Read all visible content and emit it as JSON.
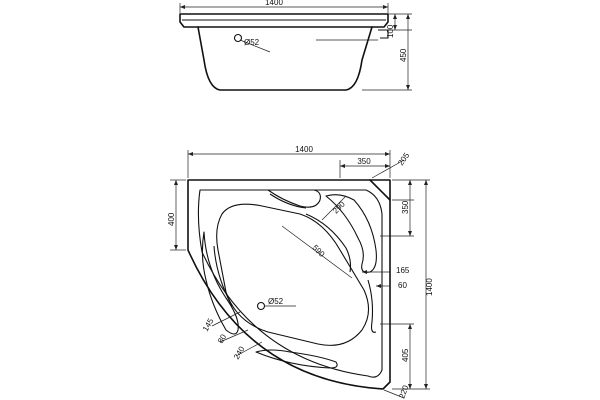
{
  "top_view": {
    "width_label": "1400",
    "height_labels": [
      "100",
      "450"
    ],
    "drain_label": "Ø52"
  },
  "plan_view": {
    "overall_width": "1400",
    "overall_height": "1400",
    "top_offset": "350",
    "corner_width": "205",
    "left_offset": "400",
    "seat_depth": "290",
    "diagonal": "590",
    "right_side_upper": "350",
    "right_side_165": "165",
    "right_side_60": "60",
    "right_side_lower": "405",
    "bottom_corner": "220",
    "left_145": "145",
    "left_80": "80",
    "left_240": "240",
    "drain_label": "Ø52"
  }
}
